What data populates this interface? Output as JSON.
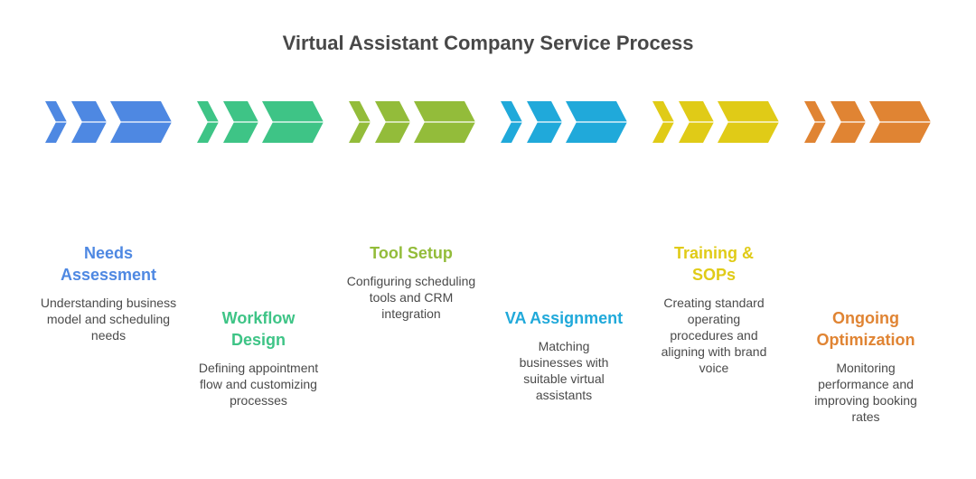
{
  "diagram": {
    "title": "Virtual Assistant Company Service Process",
    "steps": [
      {
        "title": "Needs Assessment",
        "description": "Understanding business model and scheduling needs",
        "color": "#4E88E2",
        "icon": "chevron-arrow-group-icon"
      },
      {
        "title": "Workflow Design",
        "description": "Defining appointment flow and customizing processes",
        "color": "#3EC486",
        "icon": "chevron-arrow-group-icon"
      },
      {
        "title": "Tool Setup",
        "description": "Configuring scheduling tools and CRM integration",
        "color": "#93BC3A",
        "icon": "chevron-arrow-group-icon"
      },
      {
        "title": "VA Assignment",
        "description": "Matching businesses with suitable virtual assistants",
        "color": "#20A9DA",
        "icon": "chevron-arrow-group-icon"
      },
      {
        "title": "Training & SOPs",
        "description": "Creating standard operating procedures and aligning with brand voice",
        "color": "#E0CB17",
        "icon": "chevron-arrow-group-icon"
      },
      {
        "title": "Ongoing Optimization",
        "description": "Monitoring performance and improving booking rates",
        "color": "#E08433",
        "icon": "chevron-arrow-group-icon"
      }
    ]
  }
}
